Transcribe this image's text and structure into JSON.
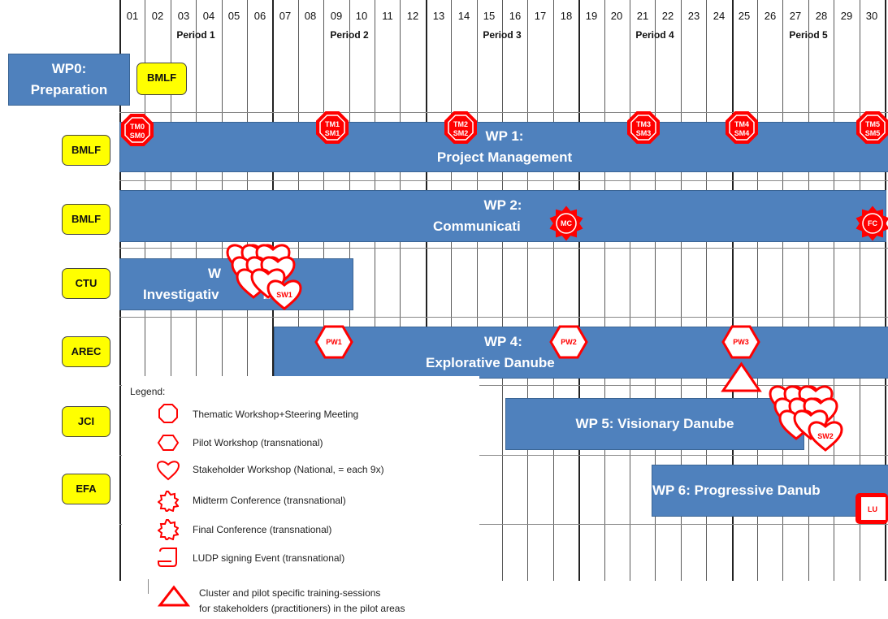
{
  "months": [
    "01",
    "02",
    "03",
    "04",
    "05",
    "06",
    "07",
    "08",
    "09",
    "10",
    "11",
    "12",
    "13",
    "14",
    "15",
    "16",
    "17",
    "18",
    "19",
    "20",
    "21",
    "22",
    "23",
    "24",
    "25",
    "26",
    "27",
    "28",
    "29",
    "30"
  ],
  "periods": [
    "Period 1",
    "Period 2",
    "Period 3",
    "Period 4",
    "Period 5"
  ],
  "partners": [
    "BMLF",
    "BMLF",
    "CTU",
    "AREC",
    "JCI",
    "EFA"
  ],
  "wp0": {
    "line1": "WP0:",
    "line2": "Preparation",
    "partner": "BMLF"
  },
  "wp1": {
    "line1": "WP 1:",
    "line2": "Project Management"
  },
  "wp2": {
    "line1": "WP 2:",
    "line2": "Communicati"
  },
  "wp3": {
    "line1": "W",
    "line2": "Investigativ",
    "line2b": "be"
  },
  "wp4": {
    "line1": "WP 4:",
    "line2": "Explorative Danube"
  },
  "wp5": {
    "line1": "WP 5: Visionary Danube"
  },
  "wp6": {
    "line1": "WP 6: Progressive Danub"
  },
  "markers": {
    "tm0": "TM0 SM0",
    "tm1": "TM1 SM1",
    "tm2": "TM2 SM2",
    "tm3": "TM3 SM3",
    "tm4": "TM4 SM4",
    "tm5": "TM5 SM5",
    "mc": "MC",
    "fc": "FC",
    "pw1": "PW1",
    "pw2": "PW2",
    "pw3": "PW3",
    "sw1": "SW1",
    "sw2": "SW2",
    "lu": "LU"
  },
  "legend": {
    "title": "Legend:",
    "items": [
      "Thematic Workshop+Steering Meeting",
      "Pilot Workshop (transnational)",
      "Stakeholder Workshop (National, = each 9x)",
      "Midterm Conference (transnational)",
      "Final Conference (transnational)",
      "LUDP signing Event (transnational)"
    ],
    "training_line1": "Cluster and pilot specific training-sessions",
    "training_line2": "for stakeholders (practitioners) in the pilot areas"
  },
  "colors": {
    "bar": "#4f81bd",
    "partner": "#ffff00",
    "marker": "#ff0000"
  }
}
